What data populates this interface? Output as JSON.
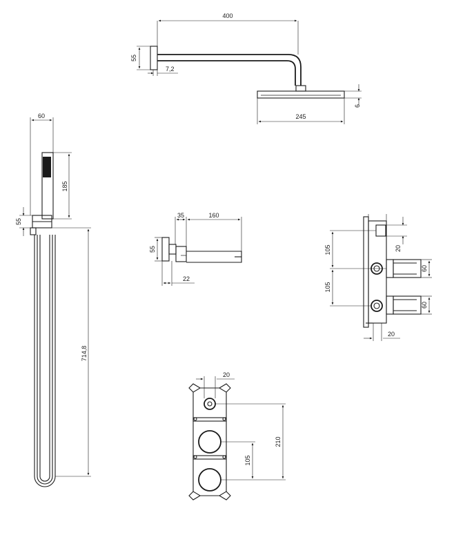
{
  "dimensions": {
    "head_arm_length": "400",
    "head_arm_flange": "55",
    "head_arm_offset": "7,2",
    "head_thickness": "6",
    "head_diameter": "245",
    "hand_width": "60",
    "hand_height": "185",
    "hand_holder": "55",
    "hose_length": "714,8",
    "spout_wall": "35",
    "spout_length": "160",
    "spout_flange": "55",
    "spout_height": "22",
    "valve_side_top": "105",
    "valve_side_bottom": "105",
    "valve_side_depth_top": "20",
    "valve_side_handle_1": "60",
    "valve_side_handle_2": "60",
    "valve_side_depth_bottom": "20",
    "valve_front_offset": "20",
    "valve_front_height": "210",
    "valve_front_spacing": "105"
  }
}
